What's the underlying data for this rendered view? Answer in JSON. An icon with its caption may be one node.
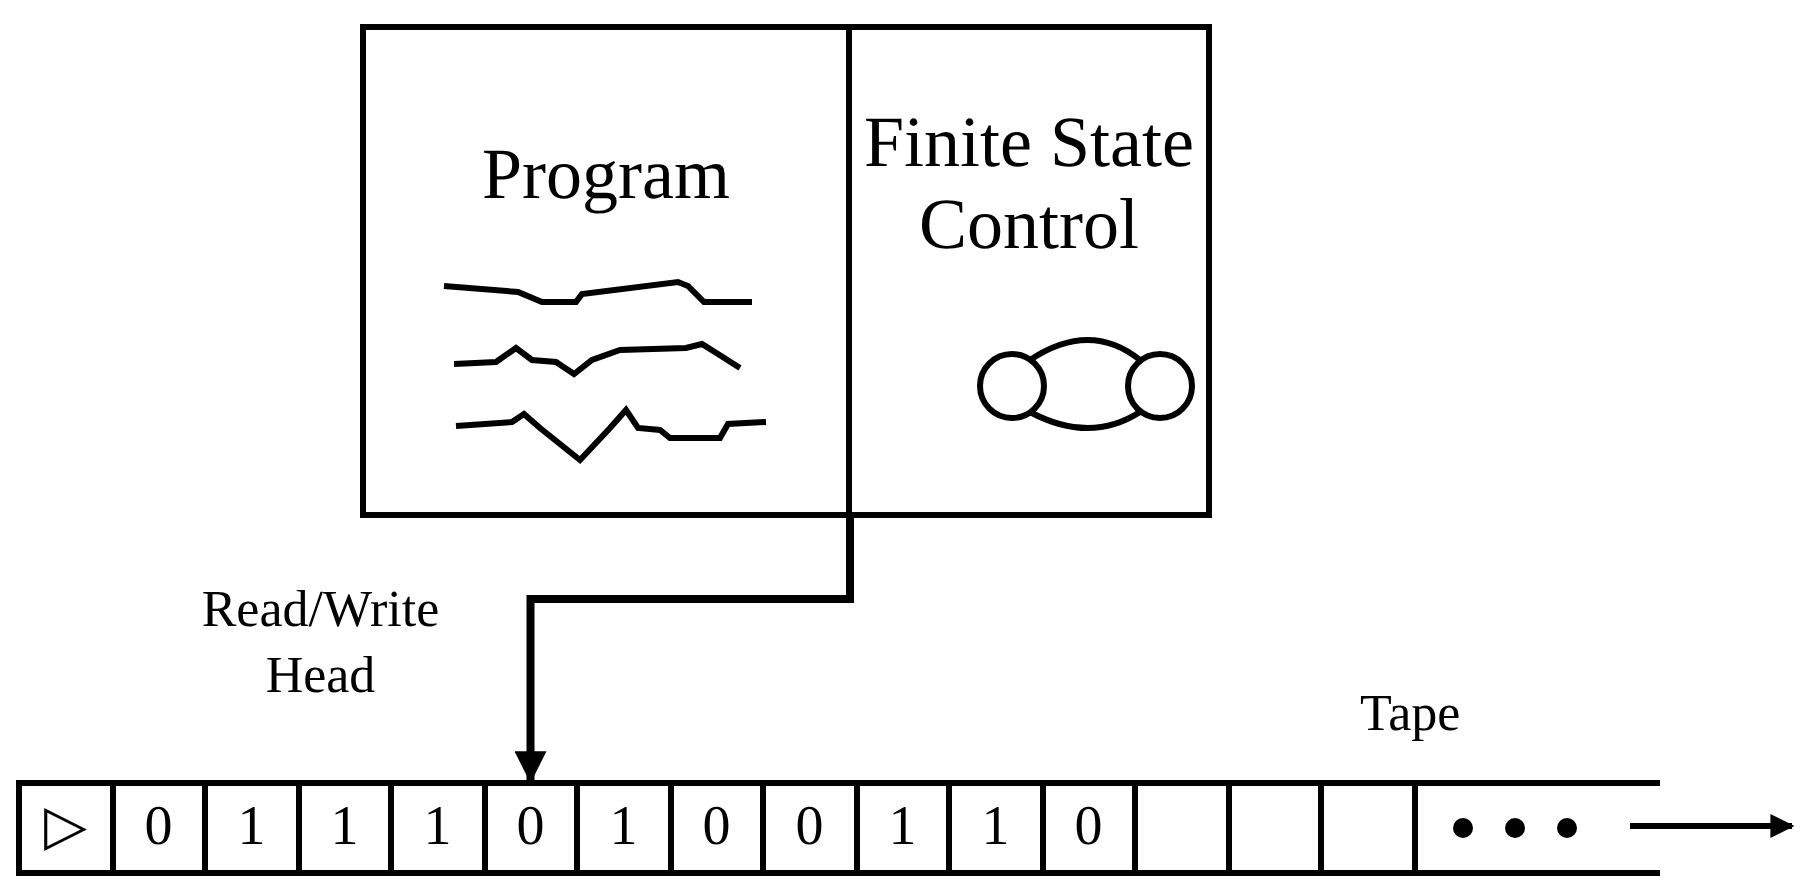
{
  "diagram": {
    "nodes": [
      {
        "text": [
          "Program"
        ]
      },
      {
        "text": [
          "Finite State Control"
        ]
      },
      {
        "text": [
          "▷"
        ]
      },
      {
        "text": [
          "0"
        ]
      },
      {
        "text": [
          "1"
        ]
      },
      {
        "text": [
          "1"
        ]
      },
      {
        "text": [
          "1"
        ]
      },
      {
        "text": [
          "0"
        ]
      },
      {
        "text": [
          "1"
        ]
      },
      {
        "text": [
          "0"
        ]
      },
      {
        "text": [
          "0"
        ]
      },
      {
        "text": [
          "1"
        ]
      },
      {
        "text": [
          "1"
        ]
      },
      {
        "text": [
          "0"
        ]
      },
      {
        "text": [],
        "shape": "box"
      },
      {
        "text": [],
        "shape": "box"
      },
      {
        "text": [],
        "shape": "box"
      },
      {
        "text": [],
        "shape": "box"
      }
    ],
    "edges": [
      {
        "from": 1,
        "to": 7,
        "arrow": "to",
        "label": "Read/Write Head"
      }
    ],
    "labels": [
      "Tape"
    ]
  }
}
